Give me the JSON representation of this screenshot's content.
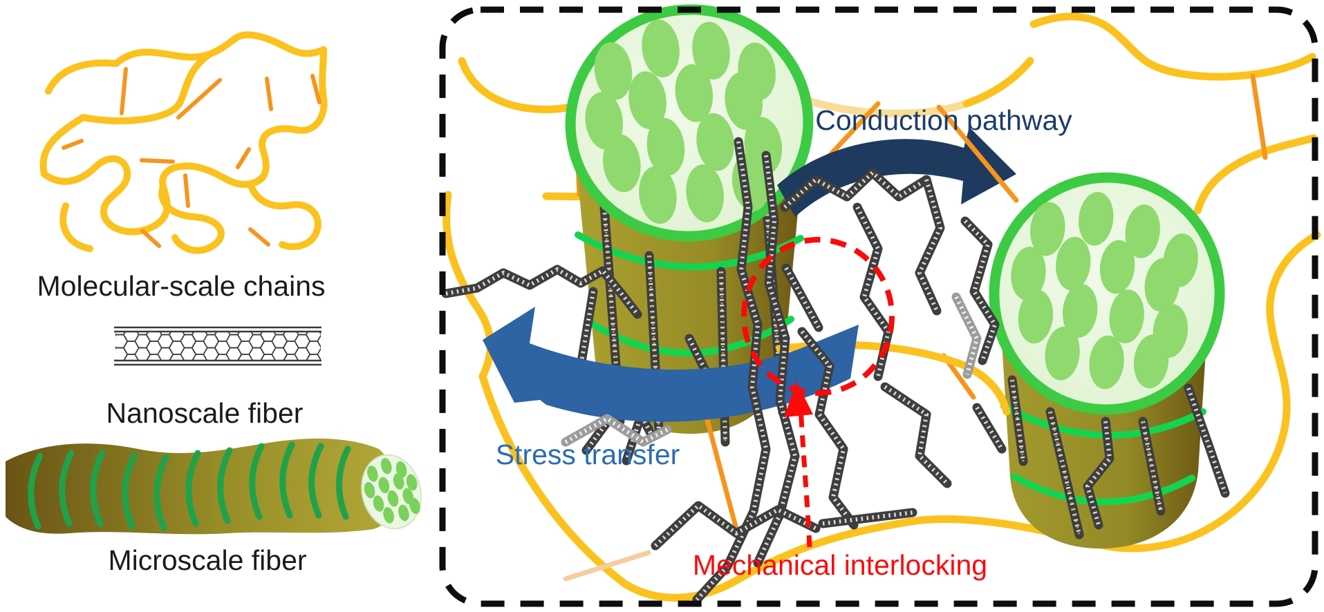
{
  "figure": {
    "description": "Hierarchical structure schematic of a carbon-nanotube / polymer composite fiber",
    "background_color": "#ffffff"
  },
  "left_panel": {
    "items": [
      {
        "label": "Molecular-scale chains",
        "icon": "polymer-network-icon"
      },
      {
        "label": "Nanoscale fiber",
        "icon": "carbon-nanotube-icon"
      },
      {
        "label": "Microscale fiber",
        "icon": "microscale-fiber-icon"
      }
    ]
  },
  "right_panel": {
    "boundary": "dashed-rounded-box",
    "annotations": [
      {
        "label": "Conduction pathway",
        "color": "#1b3c6b",
        "marker": "navy-curved-arrow-right"
      },
      {
        "label": "Stress transfer",
        "color": "#2b6cb5",
        "marker": "blue-curved-arrow-left"
      },
      {
        "label": "Mechanical interlocking",
        "color": "#fb0a0a",
        "marker": "red-dashed-circle-and-arrow"
      }
    ]
  },
  "colors": {
    "polymer_chain_yellow": "#fbc21f",
    "crosslink_orange": "#f7941d",
    "fiber_olive_light": "#aba12f",
    "fiber_olive_dark": "#6b5714",
    "fiber_ring_green": "#3dcb43",
    "fiber_band_green": "#14d44f",
    "fiber_face_green": "#e9f7de",
    "fiber_dot_green": "#8fd96f",
    "cnt_dark": "#3e3e3e",
    "conduction_arrow_navy": "#1e3a5f",
    "stress_arrow_blue": "#2e63a4",
    "interlock_red": "#fb0a0a",
    "boundary_dash_black": "#0d0d0d"
  }
}
